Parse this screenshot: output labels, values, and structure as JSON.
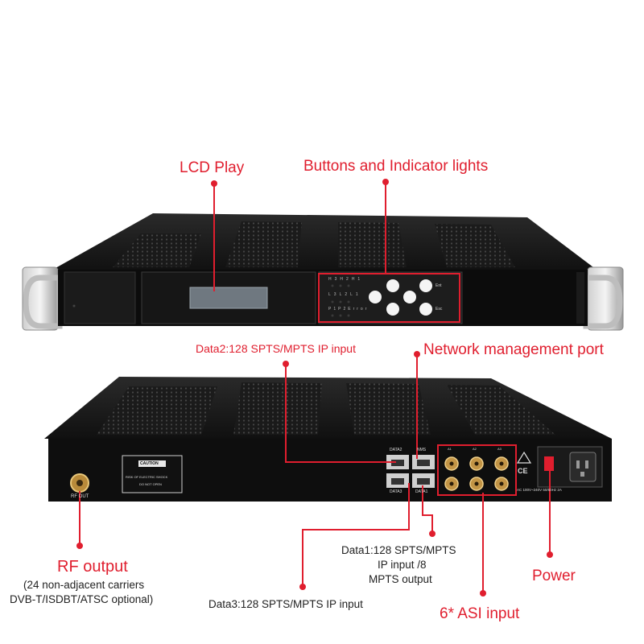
{
  "labels": {
    "lcd_play": "LCD Play",
    "buttons_lights": "Buttons and Indicator lights",
    "data2": "Data2:128 SPTS/MPTS IP input",
    "nms_port": "Network management port",
    "rf_output": "RF output",
    "rf_detail_1": "(24 non-adjacent carriers",
    "rf_detail_2": "DVB-T/ISDBT/ATSC optional)",
    "data1_line1": "Data1:128 SPTS/MPTS",
    "data1_line2": "IP input /8",
    "data1_line3": "MPTS output",
    "power": "Power",
    "data3": "Data3:128 SPTS/MPTS IP input",
    "asi_input": "6* ASI input"
  },
  "front_panel": {
    "led_row1": [
      "H3",
      "H2",
      "H1"
    ],
    "led_row2": [
      "L3",
      "L2",
      "L1"
    ],
    "led_row3": [
      "P1",
      "P2",
      "Error"
    ],
    "button_ent": "Ent",
    "button_esc": "Esc"
  },
  "rear_panel": {
    "caution_title": "CAUTION",
    "caution_line1": "RISK OF ELECTRIC SHOCK",
    "caution_line2": "DO NOT OPEN",
    "rf_out_label": "RF OUT",
    "port_data2": "DATA2",
    "port_nms": "NMS",
    "port_data3": "DATA3",
    "port_data1": "DATA1",
    "asi_labels": [
      "A1",
      "A2",
      "A3"
    ],
    "ce_mark": "CE",
    "power_rating": "AC 100V~240V 50/60Hz 2A"
  },
  "colors": {
    "accent_red": "#e01e2e",
    "chassis": "#141414",
    "label_text": "#222222"
  }
}
